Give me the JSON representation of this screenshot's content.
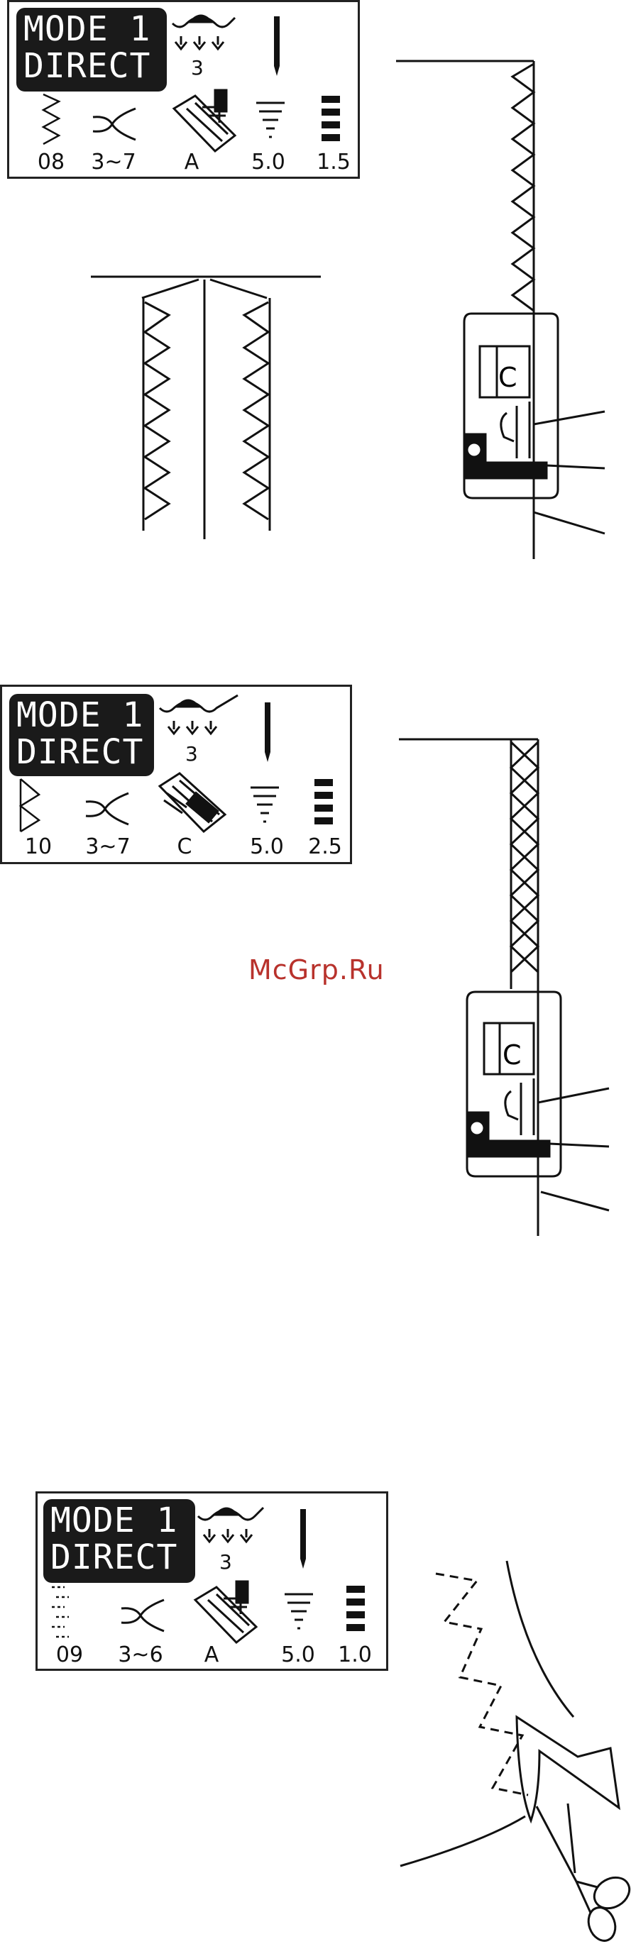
{
  "panels": [
    {
      "mode_line1": "MODE 1",
      "mode_line2": "DIRECT",
      "speed": "3",
      "values": [
        "08",
        "3~7",
        "A",
        "5.0",
        "1.5"
      ]
    },
    {
      "mode_line1": "MODE 1",
      "mode_line2": "DIRECT",
      "speed": "3",
      "values": [
        "10",
        "3~7",
        "C",
        "5.0",
        "2.5"
      ]
    },
    {
      "mode_line1": "MODE 1",
      "mode_line2": "DIRECT",
      "speed": "3",
      "values": [
        "09",
        "3~6",
        "A",
        "5.0",
        "1.0"
      ]
    }
  ],
  "presser_foot_labels": [
    "C",
    "C"
  ],
  "watermark": "McGrp.Ru",
  "icons": [
    "zigzag-stitch-icon",
    "thread-tension-icon",
    "presser-foot-icon",
    "stitch-width-icon",
    "stitch-length-icon",
    "speed-icon",
    "needle-icon",
    "scissors-icon"
  ]
}
